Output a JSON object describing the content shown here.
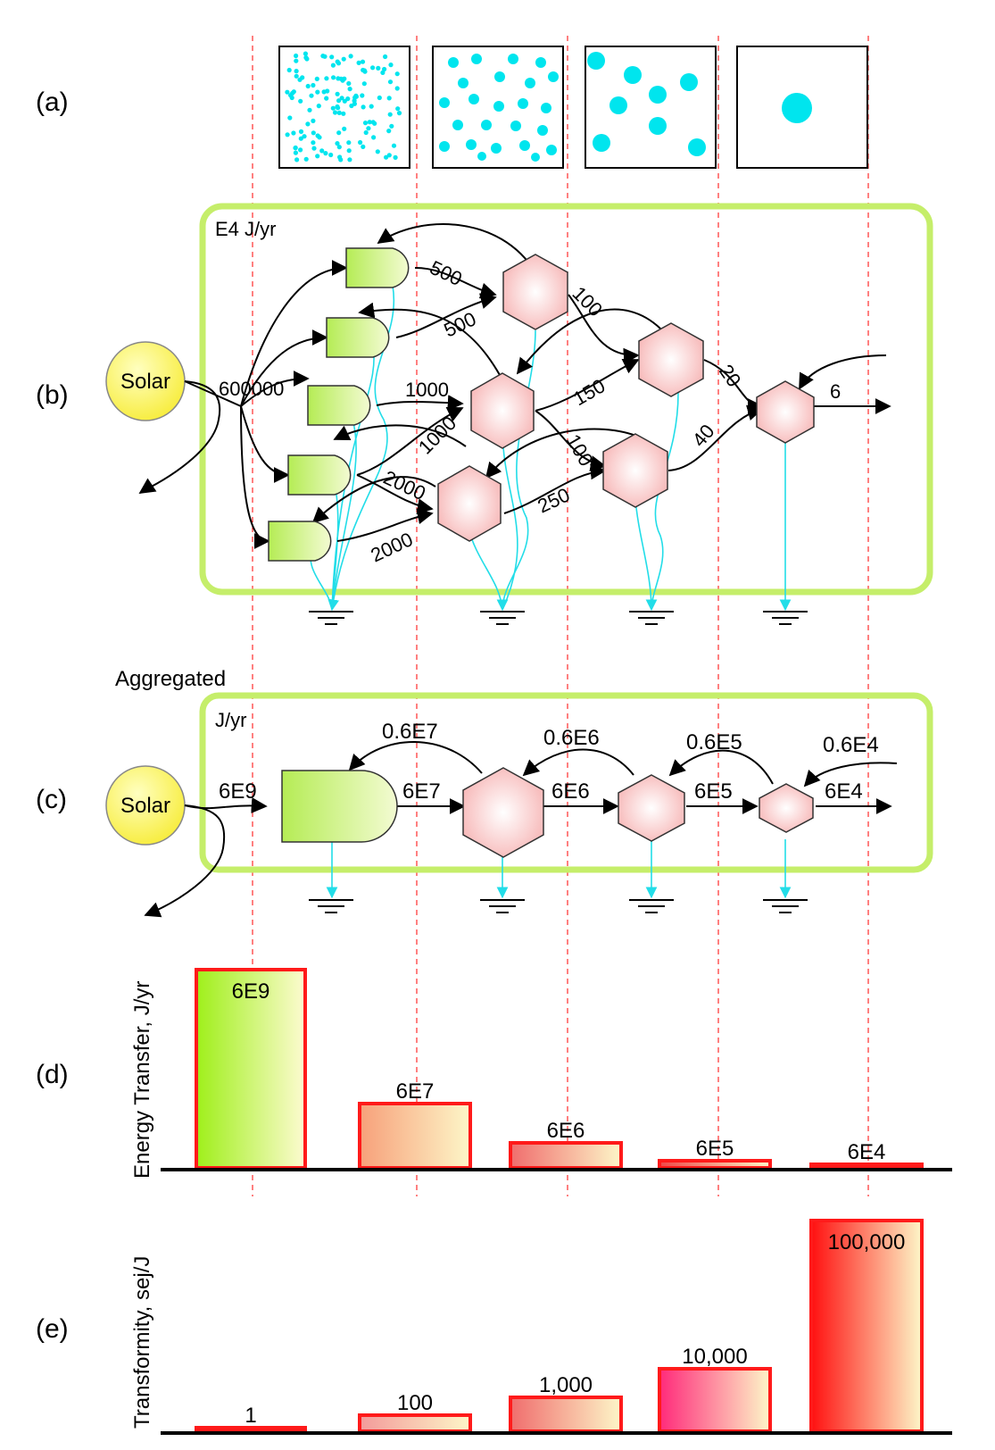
{
  "panel_labels": {
    "a": "(a)",
    "b": "(b)",
    "c": "(c)",
    "d": "(d)",
    "e": "(e)"
  },
  "panel_b": {
    "units": "E4 J/yr",
    "source": "Solar",
    "flows": {
      "solar_in": "600000",
      "p1_to_c1": "500",
      "p2_to_c1": "500",
      "p3_to_c2": "1000",
      "p4_to_c2": "1000",
      "p4_to_c3": "2000",
      "p5_to_c3": "2000",
      "c1_to_c4": "100",
      "c2_to_c4": "150",
      "c2_to_c5": "100",
      "c3_to_c5": "250",
      "c4_to_c6": "20",
      "c5_to_c6": "40",
      "c6_out": "6"
    }
  },
  "panel_c": {
    "title": "Aggregated",
    "units": "J/yr",
    "source": "Solar",
    "flows": {
      "in": "6E9",
      "forward": [
        "6E7",
        "6E6",
        "6E5",
        "6E4"
      ],
      "feedback": [
        "0.6E7",
        "0.6E6",
        "0.6E5",
        "0.6E4"
      ]
    }
  },
  "chart_data": [
    {
      "type": "bar",
      "ylabel": "Energy Transfer, J/yr",
      "categories": [
        "",
        "",
        "",
        "",
        ""
      ],
      "values": [
        6000000000,
        60000000,
        6000000,
        600000,
        60000
      ],
      "data_labels": [
        "6E9",
        "6E7",
        "6E6",
        "6E5",
        "6E4"
      ],
      "fill_start_colors": [
        "#9fef1a",
        "#f7a07a",
        "#f06d6d",
        "#f04848",
        "#f04848"
      ],
      "fill_end_colors": [
        "#fdfbd0",
        "#fdf6c8",
        "#fdf6c8",
        "#fdf6c8",
        "#fdf6c8"
      ],
      "border_color": "#ff1a1a"
    },
    {
      "type": "bar",
      "ylabel": "Transformity, sej/J",
      "categories": [
        "",
        "",
        "",
        "",
        ""
      ],
      "values": [
        1,
        100,
        1000,
        10000,
        100000
      ],
      "data_labels": [
        "1",
        "100",
        "1,000",
        "10,000",
        "100,000"
      ],
      "fill_start_colors": [
        "#f06d6d",
        "#f39a9a",
        "#f06d6d",
        "#ff2a7a",
        "#ff1010"
      ],
      "fill_end_colors": [
        "#fdf6c8",
        "#fdf6c8",
        "#fdf6c8",
        "#fdf6c8",
        "#fdf6c8"
      ],
      "border_color": "#ff1a1a"
    }
  ]
}
